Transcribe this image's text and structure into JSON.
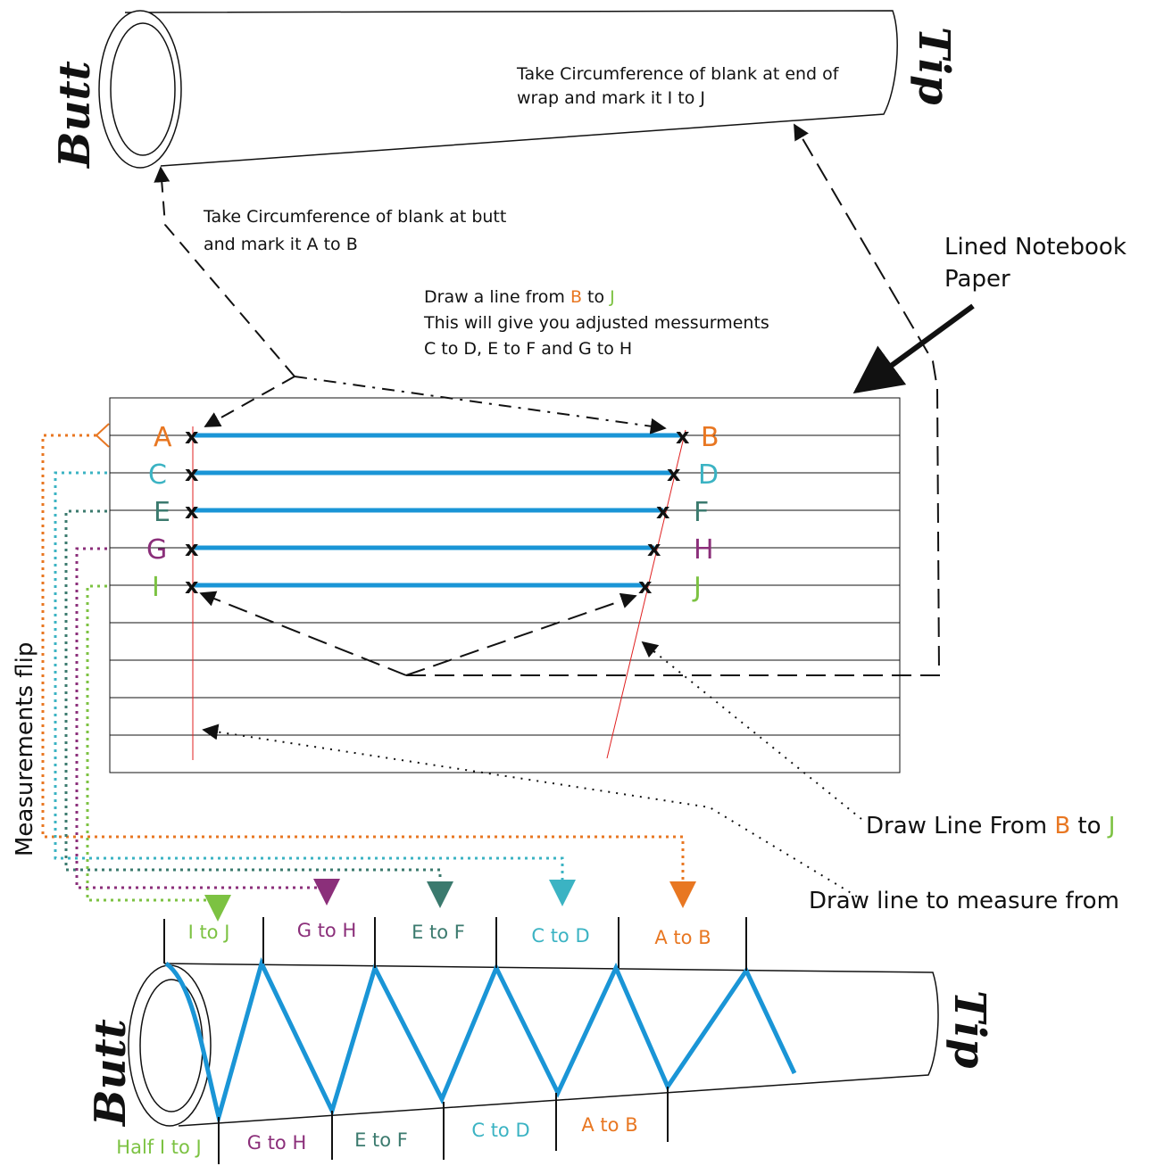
{
  "colors": {
    "orange": "#e87722",
    "cyan": "#3bb3c3",
    "teal": "#3b7a6e",
    "purple": "#8b2f7a",
    "green": "#7cc242",
    "blue_wrap": "#1a95d6",
    "red_line": "#e02020"
  },
  "top_blank": {
    "butt_label": "Butt",
    "tip_label": "Tip",
    "tip_note_line1": "Take Circumference of blank at end of",
    "tip_note_line2": "wrap and mark it I to J"
  },
  "butt_note": {
    "line1": "Take Circumference of blank at butt",
    "line2": "and mark it A to B"
  },
  "draw_note": {
    "line1_pre": "Draw a line from ",
    "line1_b": "B",
    "line1_mid": " to ",
    "line1_j": "J",
    "line2": "This will give you adjusted messurments",
    "line3": "C to D, E to F and G to H"
  },
  "paper_label": {
    "line1": "Lined Notebook",
    "line2": "Paper"
  },
  "rows": [
    {
      "left": "A",
      "right": "B",
      "color": "#e87722"
    },
    {
      "left": "C",
      "right": "D",
      "color": "#3bb3c3"
    },
    {
      "left": "E",
      "right": "F",
      "color": "#3b7a6e"
    },
    {
      "left": "G",
      "right": "H",
      "color": "#8b2f7a"
    },
    {
      "left": "I",
      "right": "J",
      "color": "#7cc242"
    }
  ],
  "x_mark": "x",
  "measurements_flip": "Measurements flip",
  "draw_line_bj": {
    "pre": "Draw Line From ",
    "b": "B",
    "mid": " to ",
    "j": "J"
  },
  "draw_line_measure": "Draw line to measure from",
  "bottom_blank": {
    "butt_label": "Butt",
    "tip_label": "Tip",
    "top_labels": [
      "I to J",
      "G to H",
      "E to F",
      "C to D",
      "A to B"
    ],
    "bottom_labels": [
      "Half I to J",
      "G to H",
      "E to F",
      "C to D",
      "A to B"
    ]
  }
}
